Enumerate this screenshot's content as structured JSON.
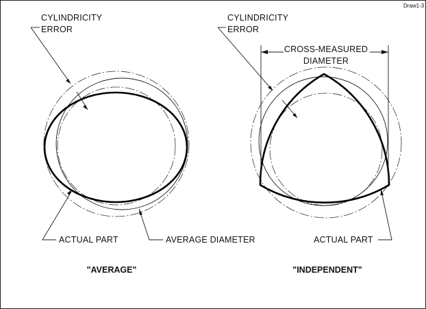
{
  "drawing": {
    "id": "Draw1-3"
  },
  "left_view": {
    "title": "\"AVERAGE\"",
    "error_label_line1": "CYLINDRICITY",
    "error_label_line2": "ERROR",
    "actual_part_label": "ACTUAL PART",
    "average_diameter_label": "AVERAGE DIAMETER"
  },
  "right_view": {
    "title": "\"INDEPENDENT\"",
    "error_label_line1": "CYLINDRICITY",
    "error_label_line2": "ERROR",
    "dimension_label_line1": "CROSS-MEASURED",
    "dimension_label_line2": "DIAMETER",
    "actual_part_label": "ACTUAL PART"
  },
  "colors": {
    "ink": "#000000",
    "background": "#ffffff"
  }
}
